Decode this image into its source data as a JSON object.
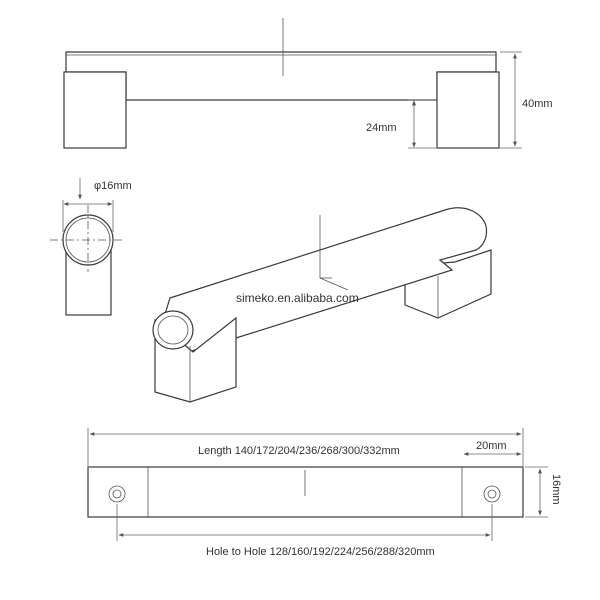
{
  "labels": {
    "height_total": "40mm",
    "leg_height": "24mm",
    "bar_diameter": "φ16mm",
    "watermark": "simeko.en.alibaba.com",
    "length": "Length 140/172/204/236/268/300/332mm",
    "leg_width": "20mm",
    "base_width": "16mm",
    "hole_to_hole": "Hole to Hole 128/160/192/224/256/288/320mm"
  },
  "colors": {
    "line": "#3a3a3a",
    "dimension": "#666666",
    "text": "#333333",
    "background": "#ffffff"
  }
}
